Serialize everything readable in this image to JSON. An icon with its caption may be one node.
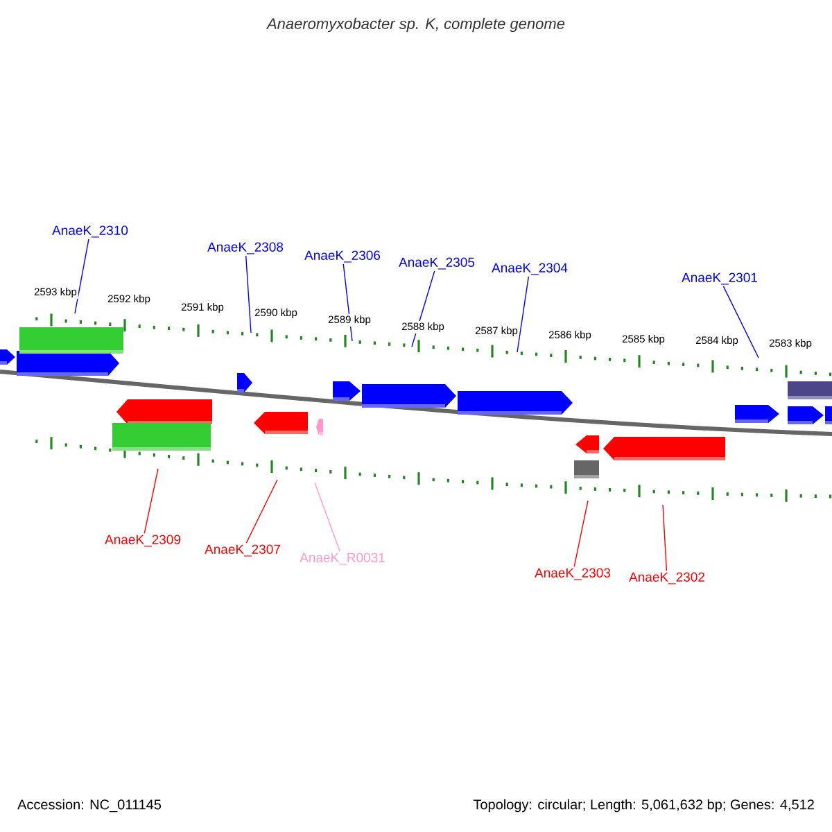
{
  "diagram": {
    "title": "Anaeromyxobacter sp. K, complete genome",
    "nodes": [
      {
        "text": [
          "AnaeK_2310"
        ]
      },
      {
        "text": [
          "AnaeK_2308"
        ]
      },
      {
        "text": [
          "AnaeK_2306"
        ]
      },
      {
        "text": [
          "AnaeK_2305"
        ]
      },
      {
        "text": [
          "AnaeK_2304"
        ]
      },
      {
        "text": [
          "AnaeK_2301"
        ]
      },
      {
        "text": [
          "AnaeK_2309"
        ]
      },
      {
        "text": [
          "AnaeK_2307"
        ]
      },
      {
        "text": [
          "AnaeK_R0031"
        ]
      },
      {
        "text": [
          "AnaeK_2303"
        ]
      },
      {
        "text": [
          "AnaeK_2302"
        ]
      }
    ],
    "edges": [
      {
        "from": 0,
        "to": null,
        "arrow": "none",
        "color": "#0000ff"
      },
      {
        "from": 1,
        "to": null,
        "arrow": "none",
        "color": "#0000ff"
      },
      {
        "from": 2,
        "to": null,
        "arrow": "none",
        "color": "#0000ff"
      },
      {
        "from": 3,
        "to": null,
        "arrow": "none",
        "color": "#0000ff"
      },
      {
        "from": 4,
        "to": null,
        "arrow": "none",
        "color": "#0000ff"
      },
      {
        "from": 5,
        "to": null,
        "arrow": "none",
        "color": "#0000ff"
      },
      {
        "from": 6,
        "to": null,
        "arrow": "none",
        "color": "#ff0000"
      },
      {
        "from": 7,
        "to": null,
        "arrow": "none",
        "color": "#ff0000"
      },
      {
        "from": 8,
        "to": null,
        "arrow": "none",
        "color": "#ff99cc"
      },
      {
        "from": 9,
        "to": null,
        "arrow": "none",
        "color": "#ff0000"
      },
      {
        "from": 10,
        "to": null,
        "arrow": "none",
        "color": "#ff0000"
      }
    ],
    "labels": [
      "2593 kbp",
      "2592 kbp",
      "2591 kbp",
      "2590 kbp",
      "2589 kbp",
      "2588 kbp",
      "2587 kbp",
      "2586 kbp",
      "2585 kbp",
      "2584 kbp",
      "2583 kbp",
      "Accession: NC_011145",
      "Topology: circular; Length: 5,061,632 bp; Genes: 4,512"
    ]
  }
}
